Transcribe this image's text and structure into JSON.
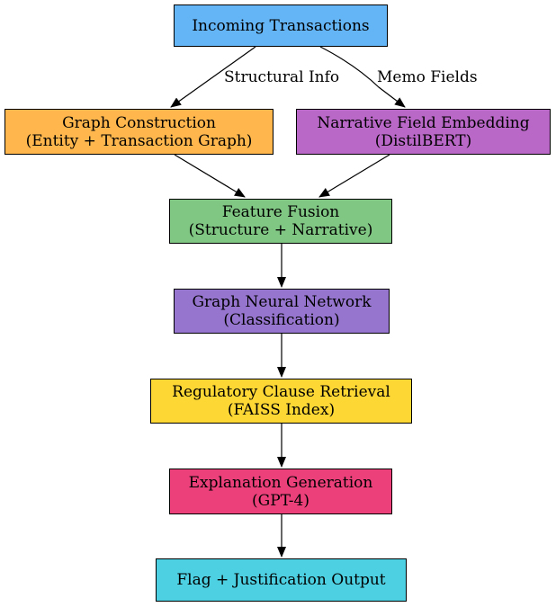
{
  "nodes": {
    "incoming": {
      "line1": "Incoming Transactions",
      "color": "#64b5f6"
    },
    "graph_construction": {
      "line1": "Graph Construction",
      "line2": "(Entity + Transaction Graph)",
      "color": "#ffb74d"
    },
    "narrative_embedding": {
      "line1": "Narrative Field Embedding",
      "line2": "(DistilBERT)",
      "color": "#ba68c8"
    },
    "feature_fusion": {
      "line1": "Feature Fusion",
      "line2": "(Structure + Narrative)",
      "color": "#81c784"
    },
    "gnn": {
      "line1": "Graph Neural Network",
      "line2": "(Classification)",
      "color": "#9575cd"
    },
    "regulatory": {
      "line1": "Regulatory Clause Retrieval",
      "line2": "(FAISS Index)",
      "color": "#fdd835"
    },
    "explanation": {
      "line1": "Explanation Generation",
      "line2": "(GPT-4)",
      "color": "#ec407a"
    },
    "flag": {
      "line1": "Flag + Justification Output",
      "color": "#4dd0e1"
    }
  },
  "edges": {
    "structural_label": "Structural Info",
    "memo_label": "Memo Fields"
  }
}
